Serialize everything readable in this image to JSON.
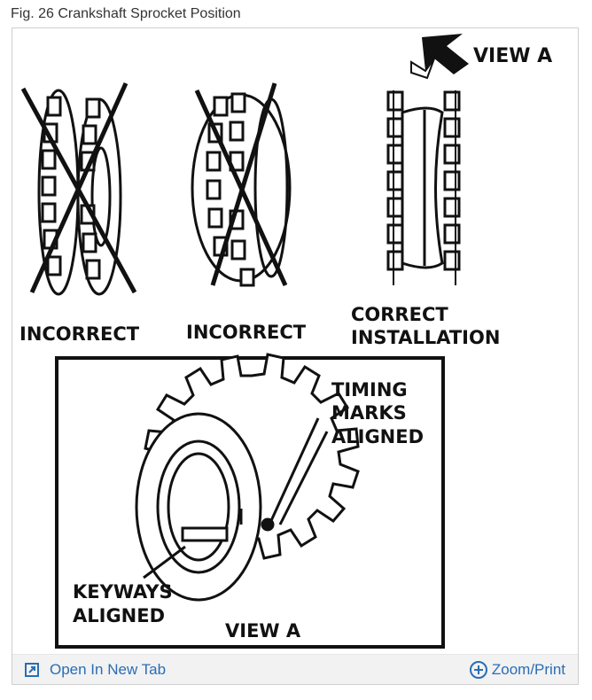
{
  "caption": "Fig. 26 Crankshaft Sprocket Position",
  "figure": {
    "view_a_arrow_label": "VIEW A",
    "panel_labels": [
      "INCORRECT",
      "INCORRECT",
      "CORRECT",
      "INSTALLATION"
    ],
    "timing_label": [
      "TIMING",
      "MARKS",
      "ALIGNED"
    ],
    "keyway_label": [
      "KEYWAYS",
      "ALIGNED"
    ],
    "inset_label": "VIEW A"
  },
  "toolbar": {
    "open_tab_label": "Open In New Tab",
    "open_tab_icon": "open-in-new-tab-icon",
    "zoom_label": "Zoom/Print",
    "zoom_icon": "zoom-plus-icon",
    "link_color": "#2a6db5"
  }
}
